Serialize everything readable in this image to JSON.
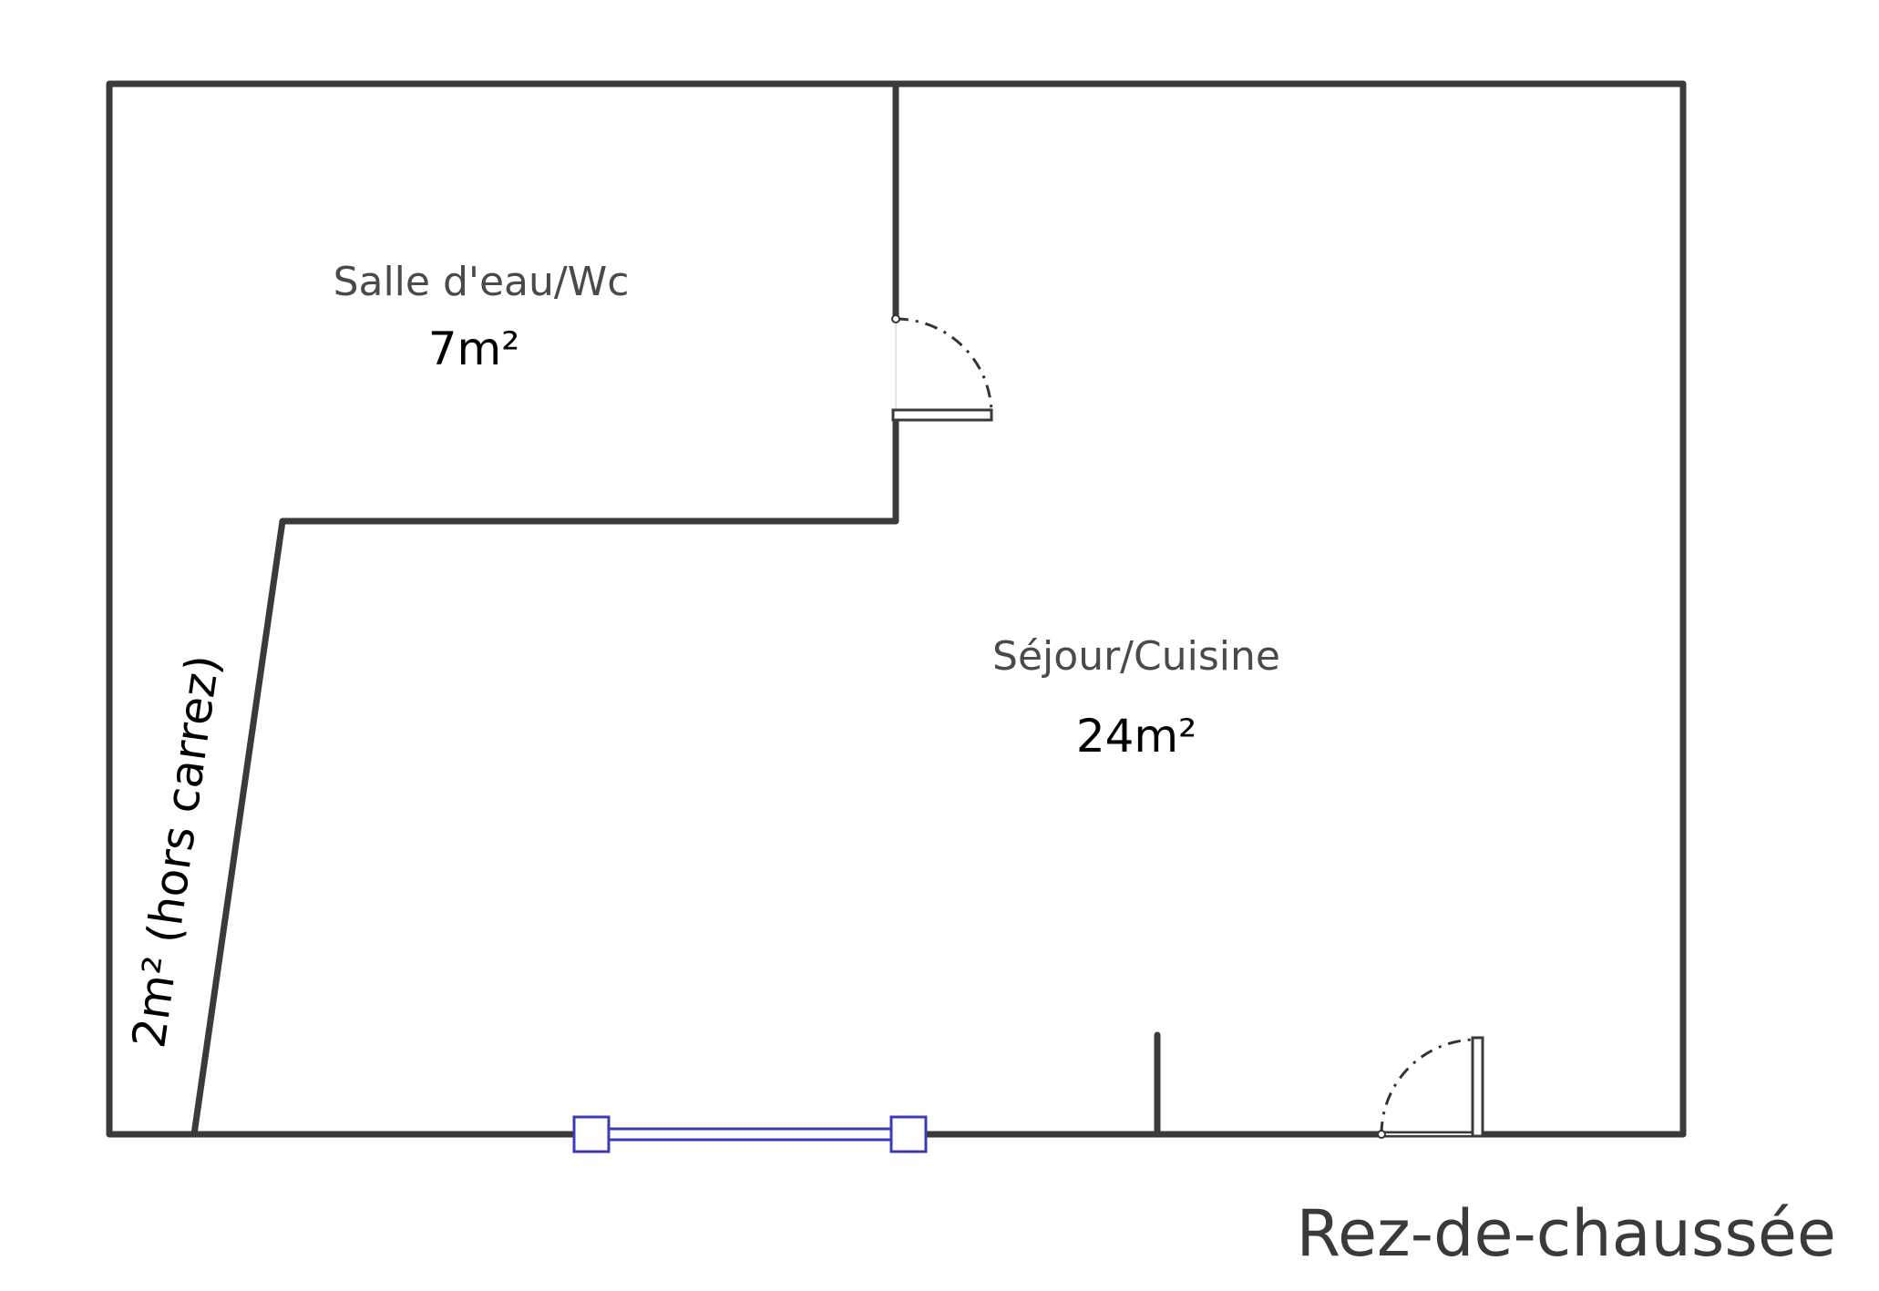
{
  "plan": {
    "rooms": [
      {
        "name": "Salle d'eau/Wc",
        "area": "7m²"
      },
      {
        "name": "Séjour/Cuisine",
        "area": "24m²"
      }
    ],
    "side_note": "2m² (hors carrez)",
    "floor_label": "Rez-de-chaussée",
    "colors": {
      "wall": "#3a3a3a",
      "window": "#3b3bb5",
      "background": "#ffffff"
    }
  }
}
